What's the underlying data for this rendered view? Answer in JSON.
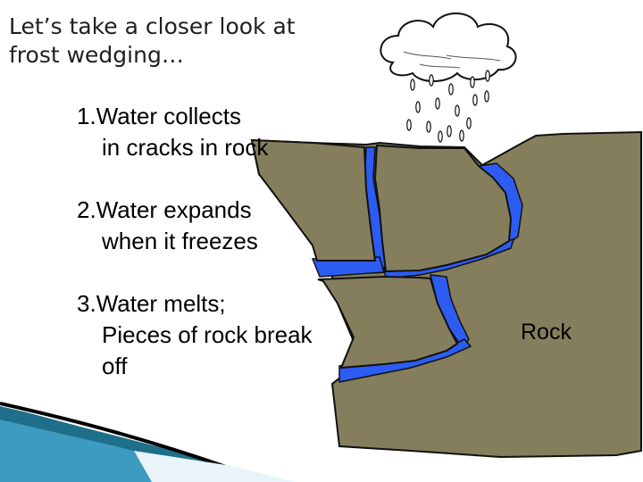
{
  "title": {
    "line1": "Let’s take a closer look at",
    "line2": "frost wedging…"
  },
  "steps": [
    {
      "number": "1.",
      "first": "Water collects",
      "rest": "in cracks in rock"
    },
    {
      "number": "2.",
      "first": "Water expands",
      "rest": "when it freezes"
    },
    {
      "number": "3.",
      "first": "Water melts;",
      "rest": "Pieces of rock break off"
    }
  ],
  "diagram": {
    "rock_label": "Rock",
    "colors": {
      "rock": "#857e5d",
      "water": "#2c5cf2",
      "outline": "#111111",
      "accent_teal": "#1d6f8a"
    }
  }
}
